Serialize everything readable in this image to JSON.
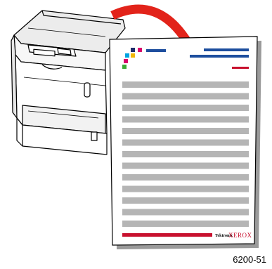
{
  "figure_id": "6200-51",
  "footer": {
    "brand_small": "Tektronix",
    "brand_large": "XEROX"
  },
  "colors": {
    "arrow": "#e2231a",
    "arrow_outline": "#8c0f0a",
    "title_bar": "#1d4e9e",
    "blue_rule": "#1d4e9e",
    "red_rule": "#c8102e",
    "content_bars": "#b5b5b5",
    "footer_bar": "#c8102e",
    "brand": "#c8102e",
    "logo_yellow": "#f2b705",
    "logo_magenta": "#d9006c",
    "logo_cyan": "#00a3e0",
    "logo_green": "#3aa935",
    "logo_navy": "#1d2b6b"
  },
  "icons": [
    "printer-icon",
    "print-arrow-icon",
    "printed-page-icon"
  ],
  "content_bar_count": 13
}
